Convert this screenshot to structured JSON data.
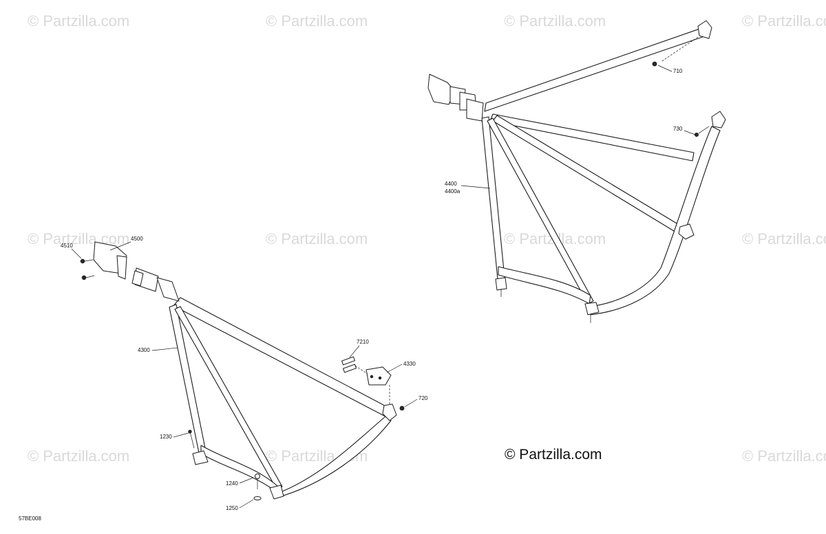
{
  "watermarks": {
    "text": "© Partzilla.com"
  },
  "copyright": "© Partzilla.com",
  "diagram_code": "57BE008",
  "callouts": {
    "c4510": "4510",
    "c4500": "4500",
    "c4300": "4300",
    "c7210": "7210",
    "c4330": "4330",
    "c720": "720",
    "c1230": "1230",
    "c1240": "1240",
    "c1250": "1250",
    "c710": "710",
    "c730": "730",
    "c4400": "4400",
    "c4400a": "4400a"
  }
}
